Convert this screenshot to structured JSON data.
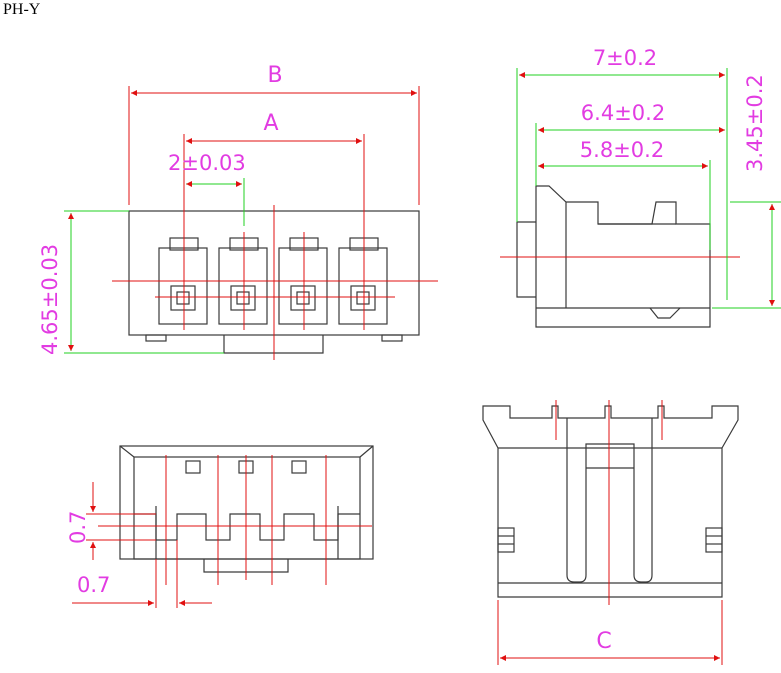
{
  "title": "PH-Y",
  "colors": {
    "outline": "#3a3a3a",
    "center_line": "#e01010",
    "dimension_line": "#e01010",
    "extension_line": "#22d022",
    "dimension_text": "#e23ce2"
  },
  "dimensions": {
    "front_view": {
      "overall_width": "B",
      "pin_span": "A",
      "pitch": "2±0.03",
      "height": "4.65±0.03"
    },
    "side_view": {
      "length_1": "7±0.2",
      "length_2": "6.4±0.2",
      "length_3": "5.8±0.2",
      "height": "3.45±0.2"
    },
    "bottom_view": {
      "slot_height": "0.7",
      "slot_width": "0.7"
    },
    "top_view": {
      "width": "C"
    }
  }
}
